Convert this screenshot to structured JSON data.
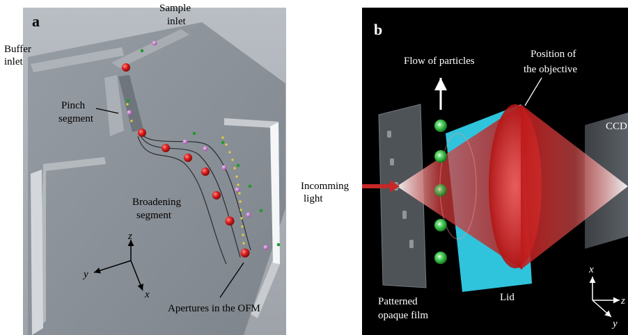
{
  "panel_a": {
    "label": "a",
    "sample_inlet": [
      "Sample",
      "inlet"
    ],
    "buffer_inlet": [
      "Buffer",
      "inlet"
    ],
    "pinch_segment": [
      "Pinch",
      "segment"
    ],
    "broadening_segment": [
      "Broadening",
      "segment"
    ],
    "apertures": "Apertures in the OFM",
    "axes": {
      "z": "z",
      "y": "y",
      "x": "x"
    }
  },
  "panel_b": {
    "label": "b",
    "flow_of_particles": "Flow of particles",
    "position_objective": [
      "Position of",
      "the objective"
    ],
    "ccd": "CCD",
    "incoming_light": [
      "Incomming",
      "light"
    ],
    "patterned_film": [
      "Patterned",
      "opaque film"
    ],
    "lid": "Lid",
    "axes": {
      "x": "x",
      "z": "z",
      "y": "y"
    }
  },
  "colors": {
    "bead_red": "#d81c1c",
    "bead_pink": "#c070c8",
    "bead_green": "#1f9a2e",
    "aperture_yellow": "#e3d23a",
    "lid_cyan": "#2fc4dc",
    "panel_b_bg": "#000000",
    "chip_gray": "#8a9098"
  }
}
